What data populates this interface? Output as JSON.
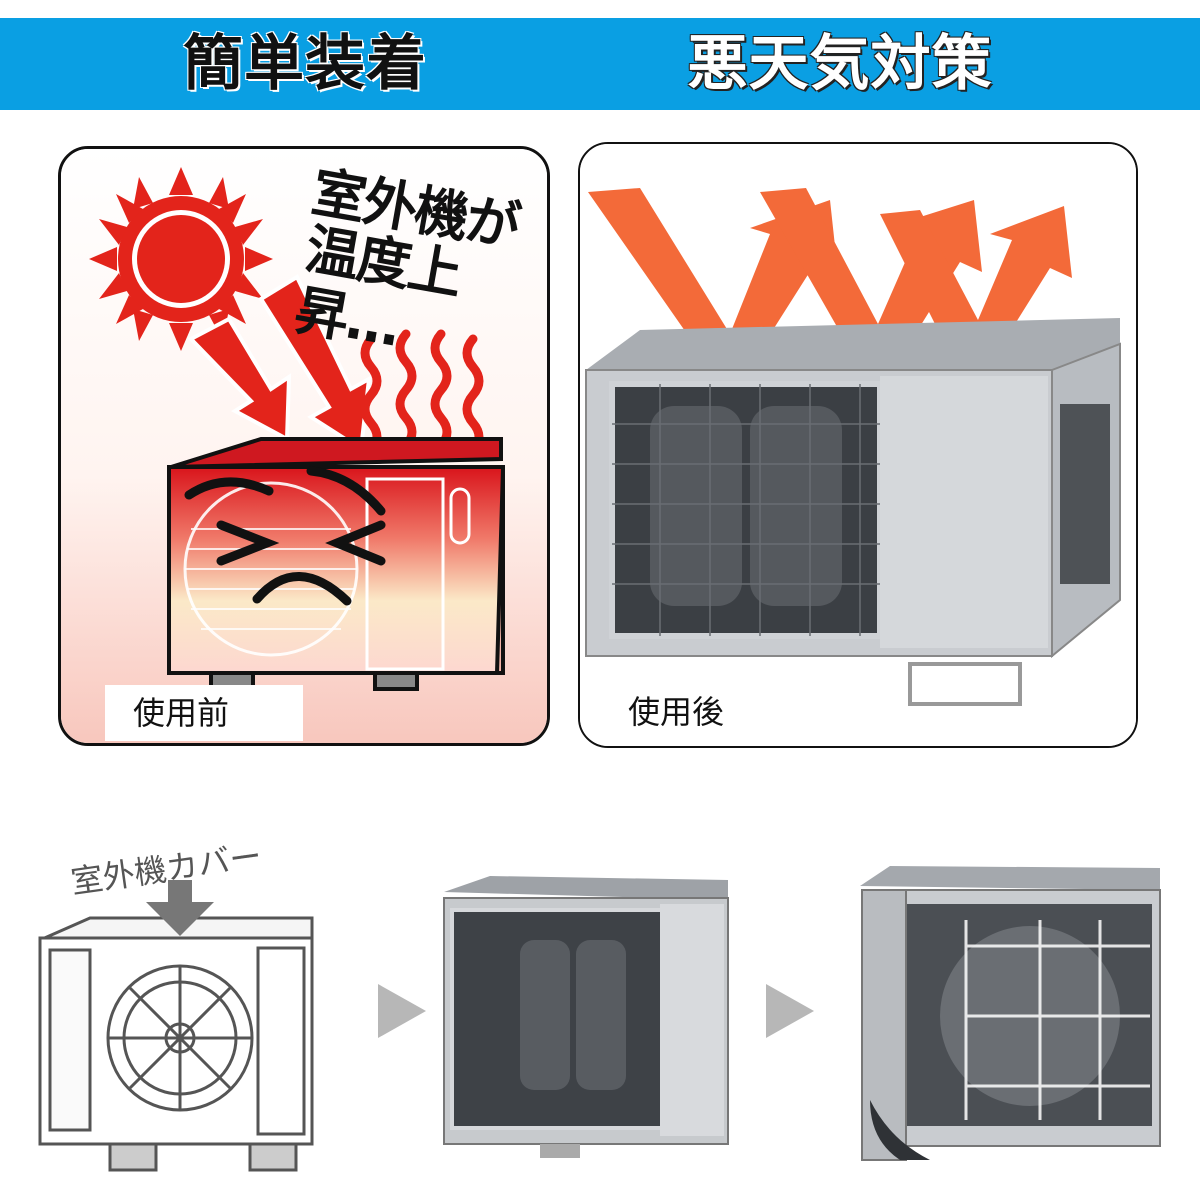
{
  "banner": {
    "left_title": "簡単装着",
    "right_title": "悪天気対策"
  },
  "before_panel": {
    "heat_line_1": "室外機が",
    "heat_line_2": "温度上昇…",
    "caption": "使用前"
  },
  "after_panel": {
    "caption": "使用後"
  },
  "steps": {
    "cover_label": "室外機カバー"
  },
  "colors": {
    "banner_blue": "#0a9fe3",
    "sun_red": "#e3241b",
    "heat_orange": "#f25a24",
    "silver": "#c9ccd0"
  }
}
